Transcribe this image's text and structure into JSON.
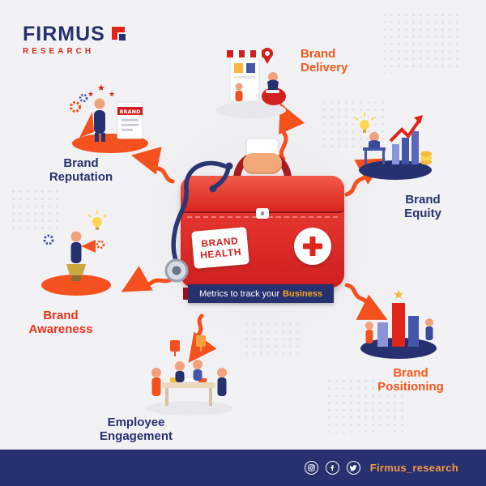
{
  "logo": {
    "name": "FIRMUS",
    "sub": "RESEARCH"
  },
  "center": {
    "tag_line1": "BRAND",
    "tag_line2": "HEALTH",
    "banner_prefix": "Metrics to track your",
    "banner_highlight": "Business"
  },
  "nodes": [
    {
      "id": "brand-reputation",
      "label_line1": "Brand",
      "label_line2": "Reputation",
      "color": "#27316f"
    },
    {
      "id": "brand-delivery",
      "label_line1": "Brand",
      "label_line2": "Delivery",
      "color": "#f4581c"
    },
    {
      "id": "brand-equity",
      "label_line1": "Brand",
      "label_line2": "Equity",
      "color": "#27316f"
    },
    {
      "id": "brand-positioning",
      "label_line1": "Brand",
      "label_line2": "Positioning",
      "color": "#f4581c"
    },
    {
      "id": "employee-engagement",
      "label_line1": "Employee",
      "label_line2": "Engagement",
      "color": "#27316f"
    },
    {
      "id": "brand-awareness",
      "label_line1": "Brand",
      "label_line2": "Awareness",
      "color": "#e8331c"
    }
  ],
  "footer": {
    "handle": "Firmus_research",
    "handle_color": "#f2994a",
    "social": [
      "instagram",
      "facebook",
      "twitter"
    ]
  },
  "colors": {
    "navy": "#27316f",
    "red": "#e1251b",
    "orange": "#f4511e",
    "background": "#f2f2f4"
  }
}
